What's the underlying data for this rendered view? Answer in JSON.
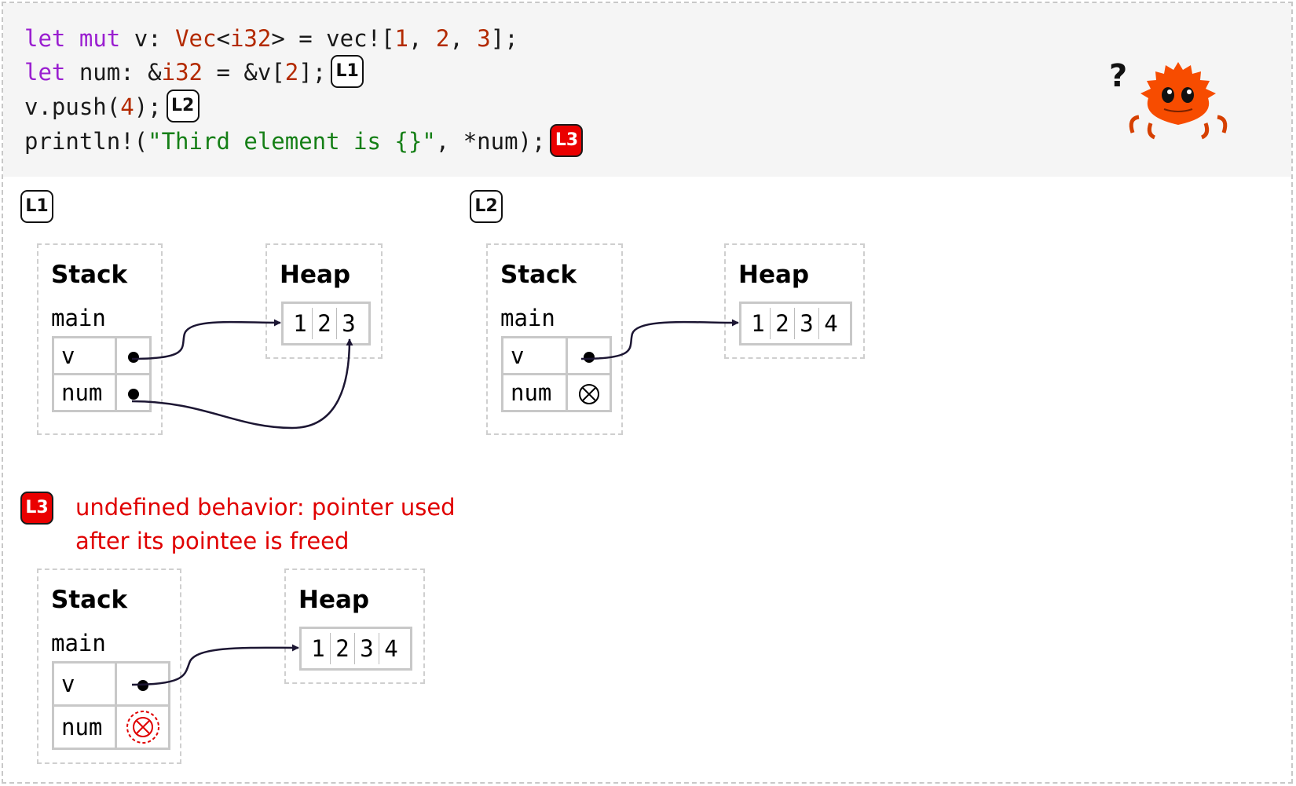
{
  "code": {
    "line1": {
      "kw1": "let",
      "kw2": "mut",
      "plain1": " v: ",
      "type": "Vec",
      "plain2": "<",
      "type2": "i32",
      "plain3": "> = vec![",
      "n1": "1",
      "sep1": ", ",
      "n2": "2",
      "sep2": ", ",
      "n3": "3",
      "end": "];"
    },
    "line2": {
      "kw1": "let",
      "plain1": " num: &",
      "type": "i32",
      "plain2": " = &v[",
      "n1": "2",
      "end": "];",
      "badge": "L1"
    },
    "line3": {
      "plain1": "v.push(",
      "n1": "4",
      "end": ");",
      "badge": "L2"
    },
    "line4": {
      "plain1": "println!(",
      "str": "\"Third element is {}\"",
      "end": ", *num);",
      "badge": "L3"
    }
  },
  "mascot": {
    "question_mark": "?",
    "icon": "ferris-crab-icon",
    "color": "#f74c00"
  },
  "colors": {
    "keyword": "#9a1fd0",
    "type": "#b32a00",
    "string": "#157f16",
    "error": "#e00000"
  },
  "states": {
    "L1": {
      "badge": "L1",
      "stack_title": "Stack",
      "frame": "main",
      "vars": [
        {
          "name": "v",
          "value": "pointer"
        },
        {
          "name": "num",
          "value": "pointer"
        }
      ],
      "heap_title": "Heap",
      "heap": [
        "1",
        "2",
        "3"
      ]
    },
    "L2": {
      "badge": "L2",
      "stack_title": "Stack",
      "frame": "main",
      "vars": [
        {
          "name": "v",
          "value": "pointer"
        },
        {
          "name": "num",
          "value": "invalid-pointer"
        }
      ],
      "heap_title": "Heap",
      "heap": [
        "1",
        "2",
        "3",
        "4"
      ]
    },
    "L3": {
      "badge": "L3",
      "error_line1": "undefined behavior: pointer used",
      "error_line2": "after its pointee is freed",
      "stack_title": "Stack",
      "frame": "main",
      "vars": [
        {
          "name": "v",
          "value": "pointer"
        },
        {
          "name": "num",
          "value": "invalid-pointer-highlighted"
        }
      ],
      "heap_title": "Heap",
      "heap": [
        "1",
        "2",
        "3",
        "4"
      ]
    }
  }
}
